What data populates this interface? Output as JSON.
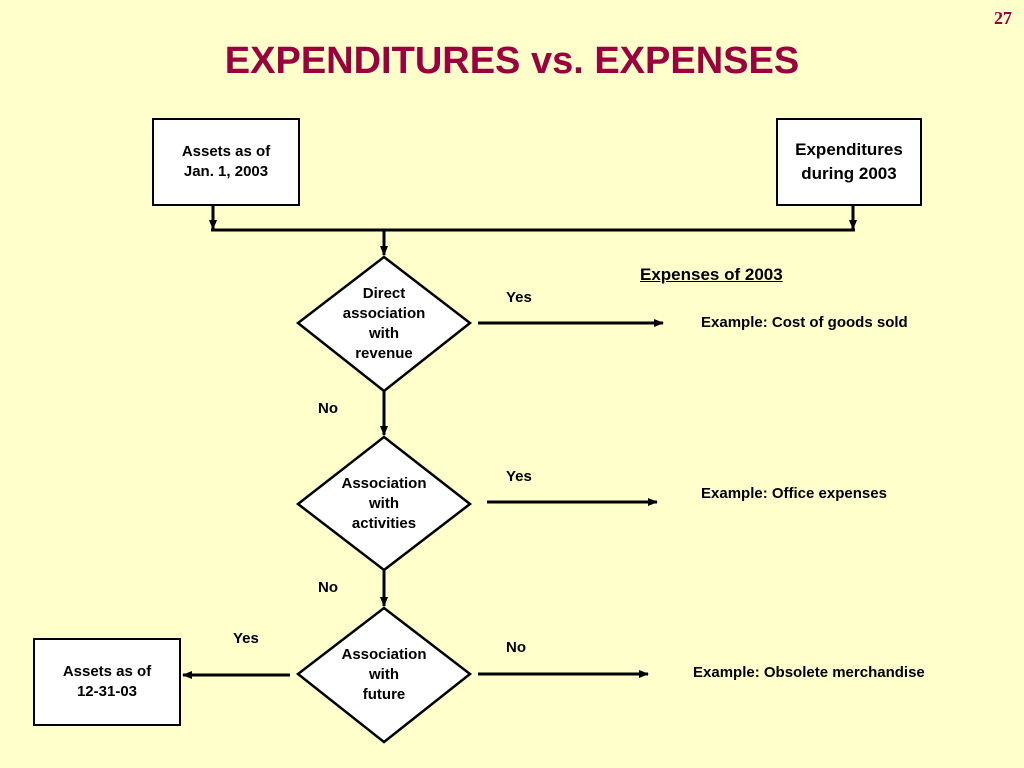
{
  "page_number": "27",
  "title": "EXPENDITURES vs. EXPENSES",
  "boxes": {
    "assets_start": "Assets as of\nJan. 1, 2003",
    "expenditures": "Expenditures\nduring 2003",
    "assets_end": "Assets as of\n12-31-03"
  },
  "decisions": {
    "revenue": "Direct\nassociation\nwith\nrevenue",
    "activities": "Association\nwith\nactivities",
    "future": "Association\nwith\nfuture"
  },
  "edge_labels": {
    "revenue_yes": "Yes",
    "revenue_no": "No",
    "activities_yes": "Yes",
    "activities_no": "No",
    "future_yes": "Yes",
    "future_no": "No"
  },
  "expenses": {
    "heading": "Expenses of 2003",
    "example_revenue": "Example: Cost of goods sold",
    "example_activities": "Example: Office expenses",
    "example_future": "Example: Obsolete merchandise"
  },
  "colors": {
    "background": "#FFFFCC",
    "title": "#99003D"
  }
}
